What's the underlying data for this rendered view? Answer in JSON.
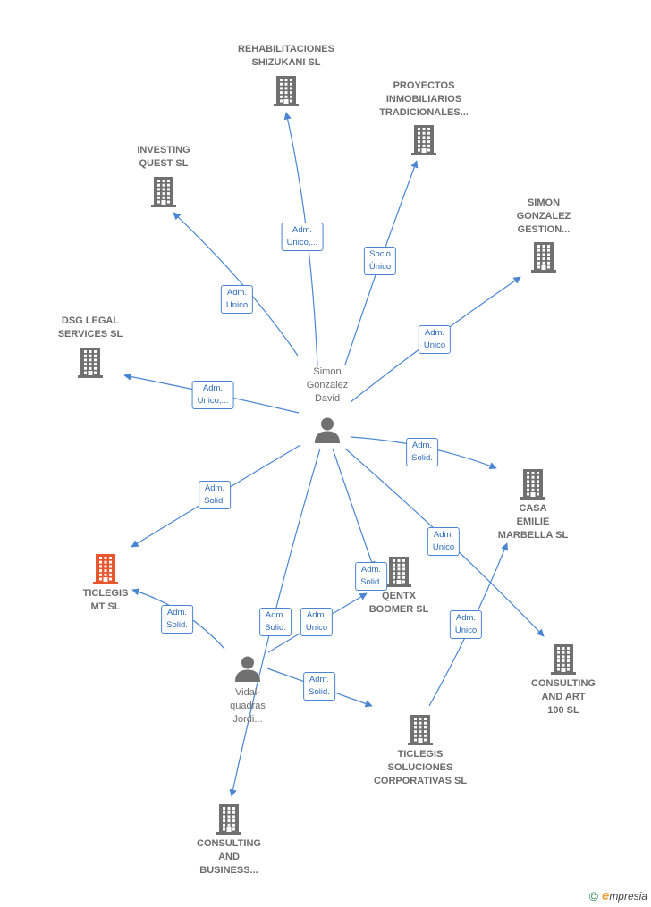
{
  "colors": {
    "edge": "#4a86d1",
    "company": "#707070",
    "highlight": "#e8562e",
    "person": "#707070"
  },
  "nodes": [
    {
      "id": "simon",
      "kind": "person",
      "label": "Simon\nGonzalez\nDavid",
      "icon": "person-icon"
    },
    {
      "id": "vidal",
      "kind": "person",
      "label": "Vidal-\nquadras\nJordi...",
      "icon": "person-icon"
    },
    {
      "id": "rehab",
      "kind": "company",
      "label": "REHABILITACIONES\nSHIZUKANI  SL",
      "icon": "building-icon"
    },
    {
      "id": "proyectos",
      "kind": "company",
      "label": "PROYECTOS\nINMOBILIARIOS\nTRADICIONALES...",
      "icon": "building-icon"
    },
    {
      "id": "investing",
      "kind": "company",
      "label": "INVESTING\nQUEST  SL",
      "icon": "building-icon"
    },
    {
      "id": "simongest",
      "kind": "company",
      "label": "SIMON\nGONZALEZ\nGESTION...",
      "icon": "building-icon"
    },
    {
      "id": "dsg",
      "kind": "company",
      "label": "DSG LEGAL\nSERVICES  SL",
      "icon": "building-icon"
    },
    {
      "id": "casa",
      "kind": "company",
      "label": "CASA\nEMILIE\nMARBELLA  SL",
      "icon": "building-icon"
    },
    {
      "id": "ticmt",
      "kind": "company",
      "label": "TICLEGIS\nMT  SL",
      "icon": "building-icon",
      "highlight": true
    },
    {
      "id": "qentx",
      "kind": "company",
      "label": "QENTX\nBOOMER  SL",
      "icon": "building-icon"
    },
    {
      "id": "consart",
      "kind": "company",
      "label": "CONSULTING\nAND ART\n100  SL",
      "icon": "building-icon"
    },
    {
      "id": "ticsol",
      "kind": "company",
      "label": "TICLEGIS\nSOLUCIONES\nCORPORATIVAS SL",
      "icon": "building-icon"
    },
    {
      "id": "consbus",
      "kind": "company",
      "label": "CONSULTING\nAND\nBUSINESS...",
      "icon": "building-icon"
    }
  ],
  "edges": [
    {
      "from": "simon",
      "to": "rehab",
      "label": "Adm.\nUnico,..."
    },
    {
      "from": "simon",
      "to": "proyectos",
      "label": "Socio\nÚnico"
    },
    {
      "from": "simon",
      "to": "investing",
      "label": "Adm.\nUnico"
    },
    {
      "from": "simon",
      "to": "simongest",
      "label": "Adm.\nUnico"
    },
    {
      "from": "simon",
      "to": "dsg",
      "label": "Adm.\nUnico,..."
    },
    {
      "from": "simon",
      "to": "casa",
      "label": "Adm.\nSolid."
    },
    {
      "from": "simon",
      "to": "ticmt",
      "label": "Adm.\nSolid."
    },
    {
      "from": "simon",
      "to": "qentx",
      "label": "Adm.\nSolid."
    },
    {
      "from": "simon",
      "to": "consart",
      "label": "Adm.\nUnico"
    },
    {
      "from": "simon",
      "to": "consbus",
      "label": "Adm.\nSolid."
    },
    {
      "from": "vidal",
      "to": "ticmt",
      "label": "Adm.\nSolid."
    },
    {
      "from": "vidal",
      "to": "qentx",
      "label": "Adm.\nUnico"
    },
    {
      "from": "vidal",
      "to": "ticsol",
      "label": "Adm.\nSolid."
    },
    {
      "from": "ticsol",
      "to": "casa",
      "label": "Adm.\nUnico"
    }
  ],
  "footer": {
    "copyright": "©",
    "brand_initial": "e",
    "brand_rest": "mpresia"
  }
}
